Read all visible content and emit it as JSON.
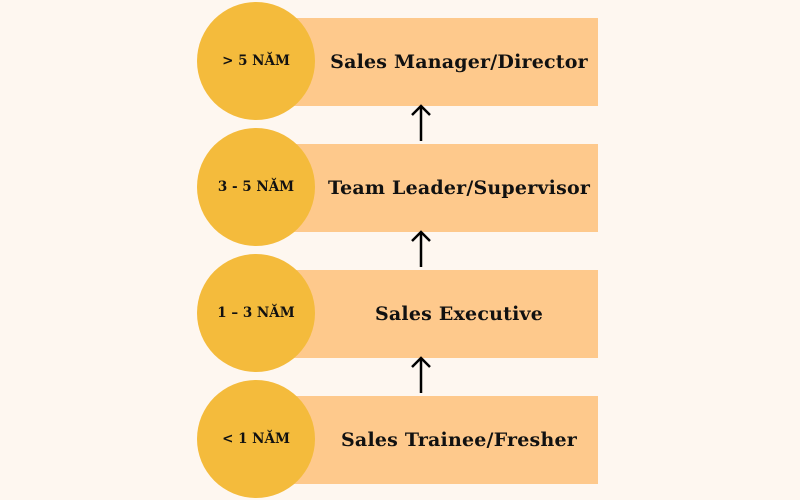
{
  "levels": [
    {
      "years": "> 5 NĂM",
      "title": "Sales Manager/Director"
    },
    {
      "years": "3 - 5 NĂM",
      "title": "Team Leader/Supervisor"
    },
    {
      "years": "1 – 3 NĂM",
      "title": "Sales Executive"
    },
    {
      "years": "< 1 NĂM",
      "title": "Sales Trainee/Fresher"
    }
  ],
  "colors": {
    "background": "#fef7f0",
    "bar": "#fec98c",
    "circle": "#f4bb3c",
    "text": "#111111"
  }
}
